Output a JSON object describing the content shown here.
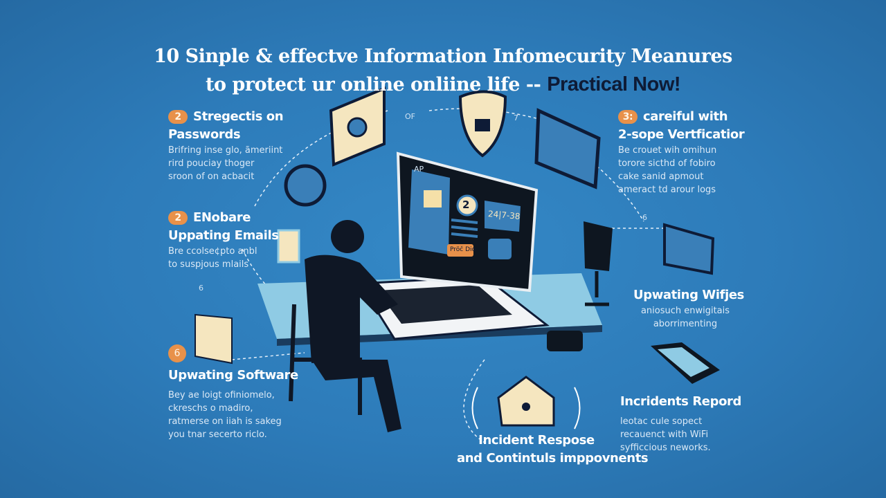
{
  "title": {
    "line1": "10 Sinple & effectve Information Infomecurity Meanures",
    "line2": "to protect ur online onliine life  --",
    "line2_accent": "Practical Now!"
  },
  "sections": [
    {
      "badge": "2",
      "heading1": "Stregectis on",
      "heading2": "Passwords",
      "body": [
        "Brifring inse glo, ãmeriint",
        "rird pouciay thoger",
        "sroon of on acbacit"
      ]
    },
    {
      "badge": "2",
      "heading1": "ENobare",
      "heading2": "Uppating Emails",
      "body": [
        "Bre ccolse¢pto anbl",
        "to suspjous mlails"
      ]
    },
    {
      "badge": "6",
      "heading1": "Upwating Software",
      "body": [
        "Bey ae loigt ofiniomelo,",
        "ckreschs o madiro,",
        "ratmerse on iiah is sakeg",
        "you tnar secerto riclo."
      ]
    },
    {
      "badge": "3:",
      "heading1": "careiful with",
      "heading2": "2-sope Vertficatior",
      "body": [
        "Be crouet wih omihun",
        "torore sicthd of fobiro",
        "cake sanid apmout",
        "ameract td arour logs"
      ]
    },
    {
      "heading1": "Upwating Wifjes",
      "body": [
        "aniosuch enwigitais",
        "aborrimenting"
      ]
    },
    {
      "heading1": "Incridents Repord",
      "body": [
        "leotac cule sopect",
        "recauenct with WiFi",
        "syfficcious neworks."
      ]
    },
    {
      "heading1": "Incident Respose",
      "heading2": "and Contintuls imppovnents"
    }
  ],
  "screen": {
    "step": "2",
    "code": "24|7-38",
    "button": "Pröč Dio"
  },
  "small_labels": [
    "OF",
    "7",
    "AP",
    "6",
    "6"
  ],
  "colors": {
    "background": "#2d7bb9",
    "accent_orange": "#e8914a",
    "navy": "#0e1b36",
    "cream": "#f5e6bf"
  }
}
